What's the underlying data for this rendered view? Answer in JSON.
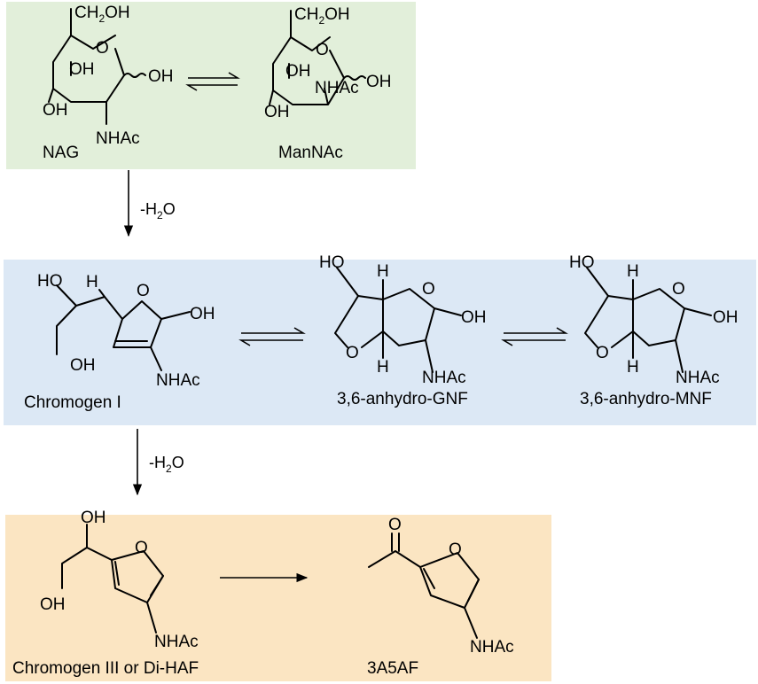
{
  "panels": {
    "top": {
      "color": "#e2efda"
    },
    "middle": {
      "color": "#dce8f5"
    },
    "bottom": {
      "color": "#fbe5c2"
    }
  },
  "compounds": {
    "nag": "NAG",
    "mannac": "ManNAc",
    "chromogen1": "Chromogen I",
    "gnf": "3,6-anhydro-GNF",
    "mnf": "3,6-anhydro-MNF",
    "chromogen3": "Chromogen III or Di-HAF",
    "a3a5af": "3A5AF"
  },
  "labels": {
    "oh": "OH",
    "ho": "HO",
    "o": "O",
    "h": "H",
    "nhac": "NHAc",
    "ch2": "CH",
    "ch2_sub": "2",
    "oh_tail": "OH"
  },
  "conditions": {
    "step1_prefix": "-H",
    "step1_sub": "2",
    "step1_suffix": "O",
    "step2_prefix": "-H",
    "step2_sub": "2",
    "step2_suffix": "O"
  }
}
